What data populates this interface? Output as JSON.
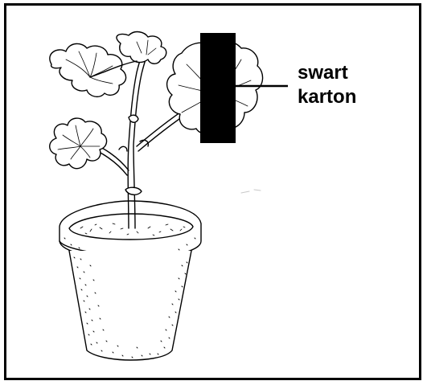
{
  "label": {
    "line1": "swart",
    "line2": "karton"
  },
  "colors": {
    "ink": "#000000",
    "background": "#ffffff",
    "card": "#000000"
  },
  "icons": {
    "plant": "potted-plant-illustration",
    "pot": "flower-pot",
    "card": "black-cardboard-strip"
  }
}
